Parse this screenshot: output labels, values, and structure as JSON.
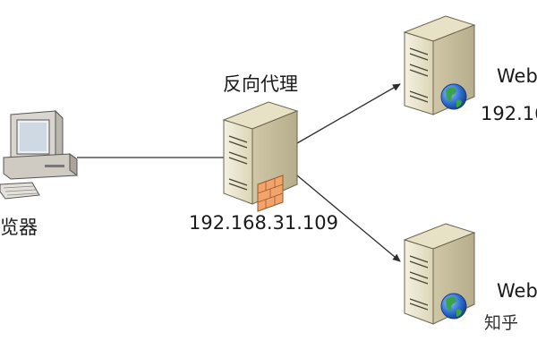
{
  "client": {
    "label": "览器"
  },
  "proxy": {
    "title": "反向代理",
    "ip": "192.168.31.109"
  },
  "server_top": {
    "label": "Web",
    "ip": "192.16"
  },
  "server_bottom": {
    "label": "Web",
    "watermark": "知乎"
  },
  "icons": {
    "client": "desktop-computer-icon",
    "proxy": "server-firewall-icon",
    "servers": "web-server-globe-icon"
  },
  "colors": {
    "server_body": "#e9e4cc",
    "server_shade": "#c8c0a0",
    "firewall": "#f2a46a",
    "globe": "#2f6fd0",
    "line": "#2e2e2e"
  }
}
